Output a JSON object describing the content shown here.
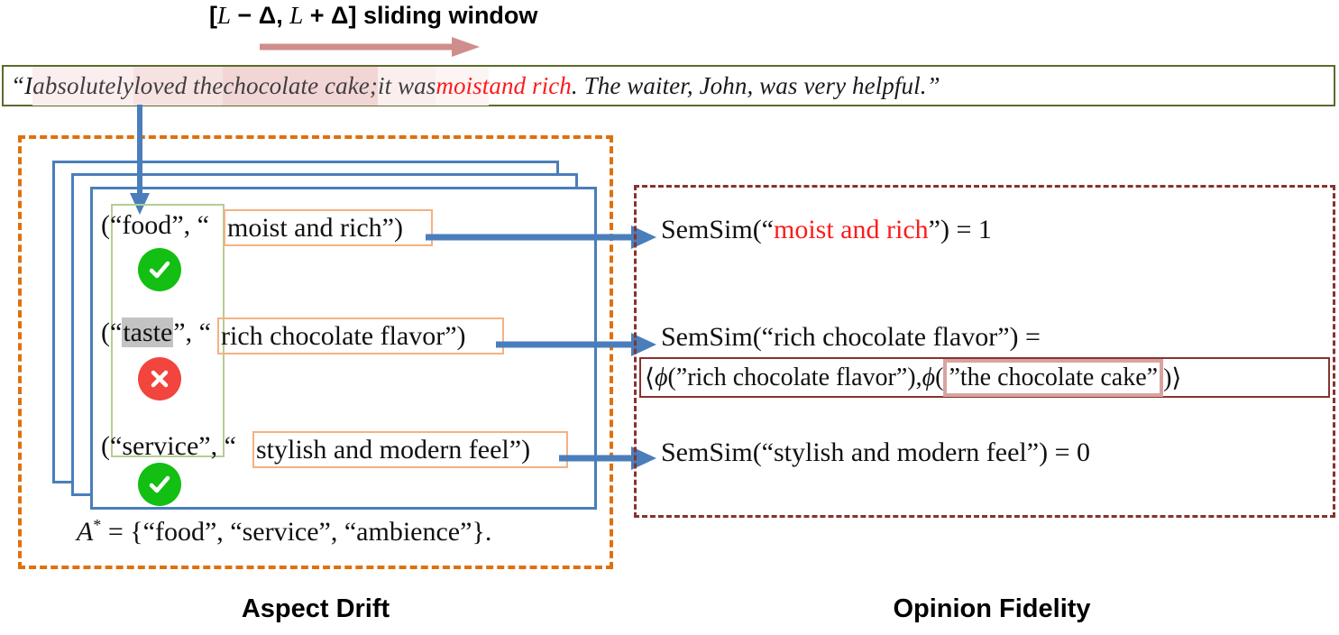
{
  "window_title": {
    "prefix": "[",
    "var1": "L",
    "minus": " − Δ, ",
    "var2": "L",
    "plus": " + Δ",
    "suffix": "] ",
    "label": "sliding window",
    "full": "[L − Δ, L + Δ] sliding window"
  },
  "slide_arrow": {
    "name": "sliding-window-arrow",
    "color": "#cf8e8b",
    "direction": "right"
  },
  "sentence": {
    "segments": [
      {
        "text": "“I",
        "highlight": "none"
      },
      {
        "text": " absolutely",
        "highlight": "light"
      },
      {
        "text": " loved the",
        "highlight": "medium"
      },
      {
        "text": " chocolate cake;",
        "highlight": "strong"
      },
      {
        "text": " it was",
        "highlight": "light"
      },
      {
        "text": " moist",
        "highlight": "faint",
        "color": "#fb1c1c"
      },
      {
        "text": " and rich",
        "highlight": "none",
        "color": "#fb1c1c"
      },
      {
        "text": ". The waiter, John, was very helpful.”",
        "highlight": "none",
        "color": "#1a1a1a"
      }
    ],
    "full_text": "“I absolutely loved the chocolate cake; it was moist and rich. The waiter, John, was very helpful.”",
    "border_color": "#5b6b2a"
  },
  "aspect_drift": {
    "caption": "Aspect Drift",
    "panel_border_color": "#e0700d",
    "card_border_color": "#4a7ebb",
    "card_count": 3,
    "group_box_color": "#b3cf92",
    "tuples": [
      {
        "open": "(“",
        "aspect": "food",
        "aspect_highlight": false,
        "mid": "”, “",
        "opinion": "moist and rich”)",
        "status": "check",
        "status_color": "#12bf12",
        "status_icon": "check-circle-icon"
      },
      {
        "open": "(“",
        "aspect": "taste",
        "aspect_highlight": true,
        "mid": "”, “",
        "opinion": "rich chocolate flavor”)",
        "status": "cross",
        "status_color": "#f1453d",
        "status_icon": "cross-circle-icon"
      },
      {
        "open": "(“",
        "aspect": "service",
        "aspect_highlight": false,
        "mid": "”, “",
        "opinion": "stylish and modern feel”)",
        "status": "check",
        "status_color": "#12bf12",
        "status_icon": "check-circle-icon"
      }
    ],
    "aspect_set": {
      "symbol": "A",
      "superscript": "*",
      "equals": " = {",
      "items": "“food”,  “service”,  “ambience”",
      "close": "}.",
      "full": "ᴀ* = {“food”, “service”, “ambience”}."
    }
  },
  "opinion_fidelity": {
    "caption": "Opinion Fidelity",
    "panel_border_color": "#86332f",
    "lines": [
      {
        "prefix": "SemSim(“",
        "term": "moist and rich",
        "term_color": "#fb1c1c",
        "suffix": "”) = 1",
        "value": "1"
      },
      {
        "prefix": "SemSim(“",
        "term": "rich chocolate flavor",
        "term_color": "#111111",
        "suffix": "”) =",
        "value": ""
      },
      {
        "prefix": "SemSim(“",
        "term": "stylish and modern feel",
        "term_color": "#111111",
        "suffix": "”) = 0",
        "value": "0"
      }
    ],
    "formula": {
      "open": "⟨",
      "phi1": "ϕ",
      "arg1": "(”rich chocolate flavor”), ",
      "phi2": "ϕ",
      "paren": "(",
      "highlighted_arg": "”the chocolate cake”",
      "close": ")⟩",
      "full": "⟨ϕ(”rich chocolate flavor”), ϕ(”the chocolate cake”)⟩",
      "highlight_border_color": "#d9a3a0"
    }
  },
  "connectors": {
    "color": "#4a7ebb",
    "count": 3,
    "name": "left-to-right-arrow"
  }
}
